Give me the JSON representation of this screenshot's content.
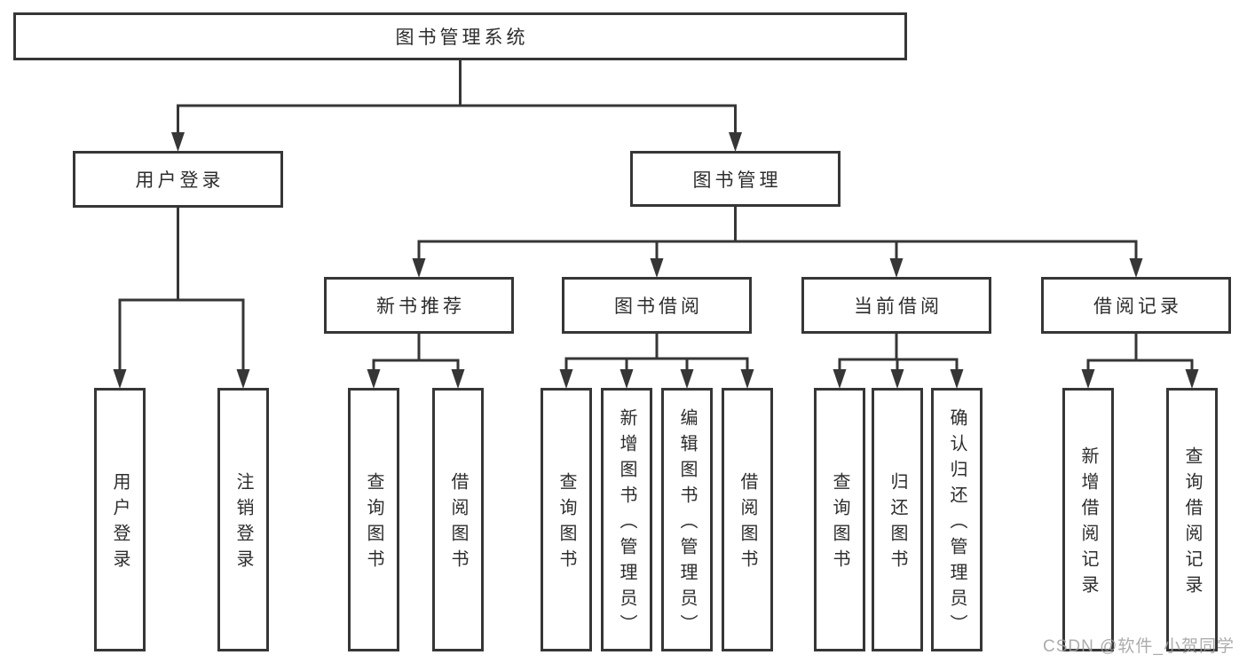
{
  "diagram_title": "图书管理系统",
  "nodes": {
    "root": {
      "label": "图书管理系统"
    },
    "user_login": {
      "label": "用户登录"
    },
    "book_mgmt": {
      "label": "图书管理"
    },
    "new_book_rec": {
      "label": "新书推荐"
    },
    "book_borrow": {
      "label": "图书借阅"
    },
    "current_borrow": {
      "label": "当前借阅"
    },
    "borrow_record": {
      "label": "借阅记录"
    },
    "leaf_user_login": {
      "label": "用户登录"
    },
    "leaf_logout": {
      "label": "注销登录"
    },
    "leaf_nb_query": {
      "label": "查询图书"
    },
    "leaf_nb_borrow": {
      "label": "借阅图书"
    },
    "leaf_bb_query": {
      "label": "查询图书"
    },
    "leaf_bb_add": {
      "label": "新增图书（管理员）"
    },
    "leaf_bb_edit": {
      "label": "编辑图书（管理员）"
    },
    "leaf_bb_borrow": {
      "label": "借阅图书"
    },
    "leaf_cb_query": {
      "label": "查询图书"
    },
    "leaf_cb_return": {
      "label": "归还图书"
    },
    "leaf_cb_confirm": {
      "label": "确认归还（管理员）"
    },
    "leaf_br_add": {
      "label": "新增借阅记录"
    },
    "leaf_br_query": {
      "label": "查询借阅记录"
    }
  },
  "edges": [
    {
      "from": "root",
      "to": "user_login"
    },
    {
      "from": "root",
      "to": "book_mgmt"
    },
    {
      "from": "user_login",
      "to": "leaf_user_login"
    },
    {
      "from": "user_login",
      "to": "leaf_logout"
    },
    {
      "from": "book_mgmt",
      "to": "new_book_rec"
    },
    {
      "from": "book_mgmt",
      "to": "book_borrow"
    },
    {
      "from": "book_mgmt",
      "to": "current_borrow"
    },
    {
      "from": "book_mgmt",
      "to": "borrow_record"
    },
    {
      "from": "new_book_rec",
      "to": "leaf_nb_query"
    },
    {
      "from": "new_book_rec",
      "to": "leaf_nb_borrow"
    },
    {
      "from": "book_borrow",
      "to": "leaf_bb_query"
    },
    {
      "from": "book_borrow",
      "to": "leaf_bb_add"
    },
    {
      "from": "book_borrow",
      "to": "leaf_bb_edit"
    },
    {
      "from": "book_borrow",
      "to": "leaf_bb_borrow"
    },
    {
      "from": "current_borrow",
      "to": "leaf_cb_query"
    },
    {
      "from": "current_borrow",
      "to": "leaf_cb_return"
    },
    {
      "from": "current_borrow",
      "to": "leaf_cb_confirm"
    },
    {
      "from": "borrow_record",
      "to": "leaf_br_add"
    },
    {
      "from": "borrow_record",
      "to": "leaf_br_query"
    }
  ],
  "watermark": {
    "text": "CSDN @软件_小贺同学"
  },
  "colors": {
    "background": "#ffffff",
    "line": "#363636",
    "box_border": "#363636",
    "box_fill": "#ffffff",
    "text": "#2d2d2d",
    "watermark": "#9e9e9e"
  }
}
